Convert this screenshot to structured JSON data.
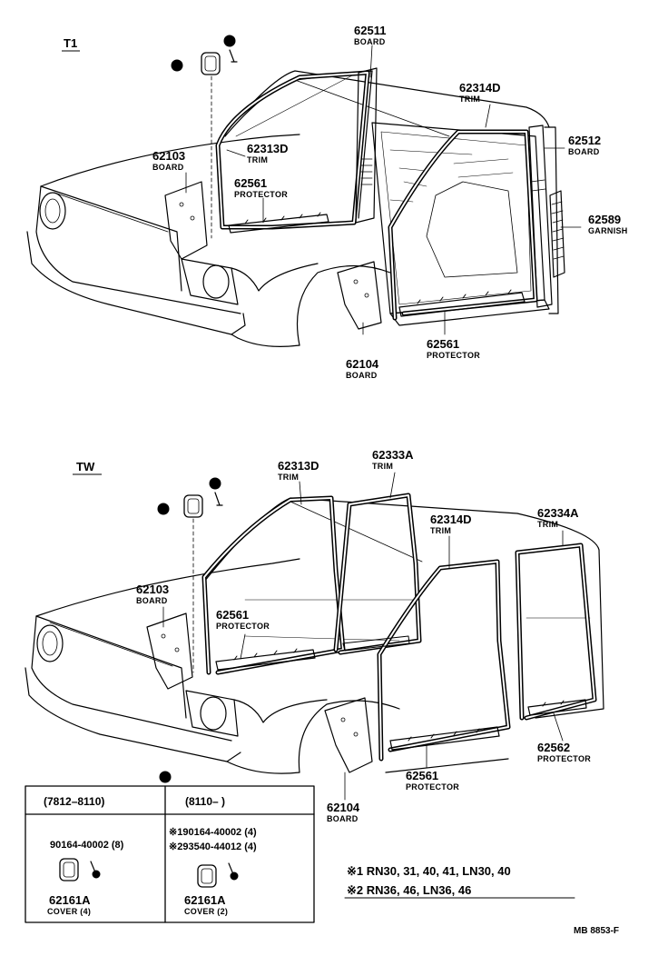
{
  "sections": {
    "t1": "T1",
    "tw": "TW"
  },
  "t1_parts": [
    {
      "num": "62511",
      "desc": "BOARD"
    },
    {
      "num": "62314D",
      "desc": "TRIM"
    },
    {
      "num": "62512",
      "desc": "BOARD"
    },
    {
      "num": "62103",
      "desc": "BOARD"
    },
    {
      "num": "62313D",
      "desc": "TRIM"
    },
    {
      "num": "62561",
      "desc": "PROTECTOR"
    },
    {
      "num": "62589",
      "desc": "GARNISH"
    },
    {
      "num": "62104",
      "desc": "BOARD"
    },
    {
      "num": "62561",
      "desc": "PROTECTOR"
    }
  ],
  "tw_parts": [
    {
      "num": "62313D",
      "desc": "TRIM"
    },
    {
      "num": "62333A",
      "desc": "TRIM"
    },
    {
      "num": "62314D",
      "desc": "TRIM"
    },
    {
      "num": "62334A",
      "desc": "TRIM"
    },
    {
      "num": "62103",
      "desc": "BOARD"
    },
    {
      "num": "62561",
      "desc": "PROTECTOR"
    },
    {
      "num": "62562",
      "desc": "PROTECTOR"
    },
    {
      "num": "62561",
      "desc": "PROTECTOR"
    },
    {
      "num": "62104",
      "desc": "BOARD"
    }
  ],
  "table": {
    "col1_header": "(7812–8110)",
    "col2_header": "(8110–        )",
    "col1_clip": "90164-40002 (8)",
    "col1_cover_num": "62161A",
    "col1_cover_desc": "COVER (4)",
    "col2_clip1": "※190164-40002 (4)",
    "col2_clip2": "※293540-44012 (4)",
    "col2_cover_num": "62161A",
    "col2_cover_desc": "COVER (2)"
  },
  "notes": {
    "n1": "※1 RN30, 31, 40, 41, LN30, 40",
    "n2": "※2 RN36, 46, LN36, 46"
  },
  "ref": "MB 8853-F"
}
